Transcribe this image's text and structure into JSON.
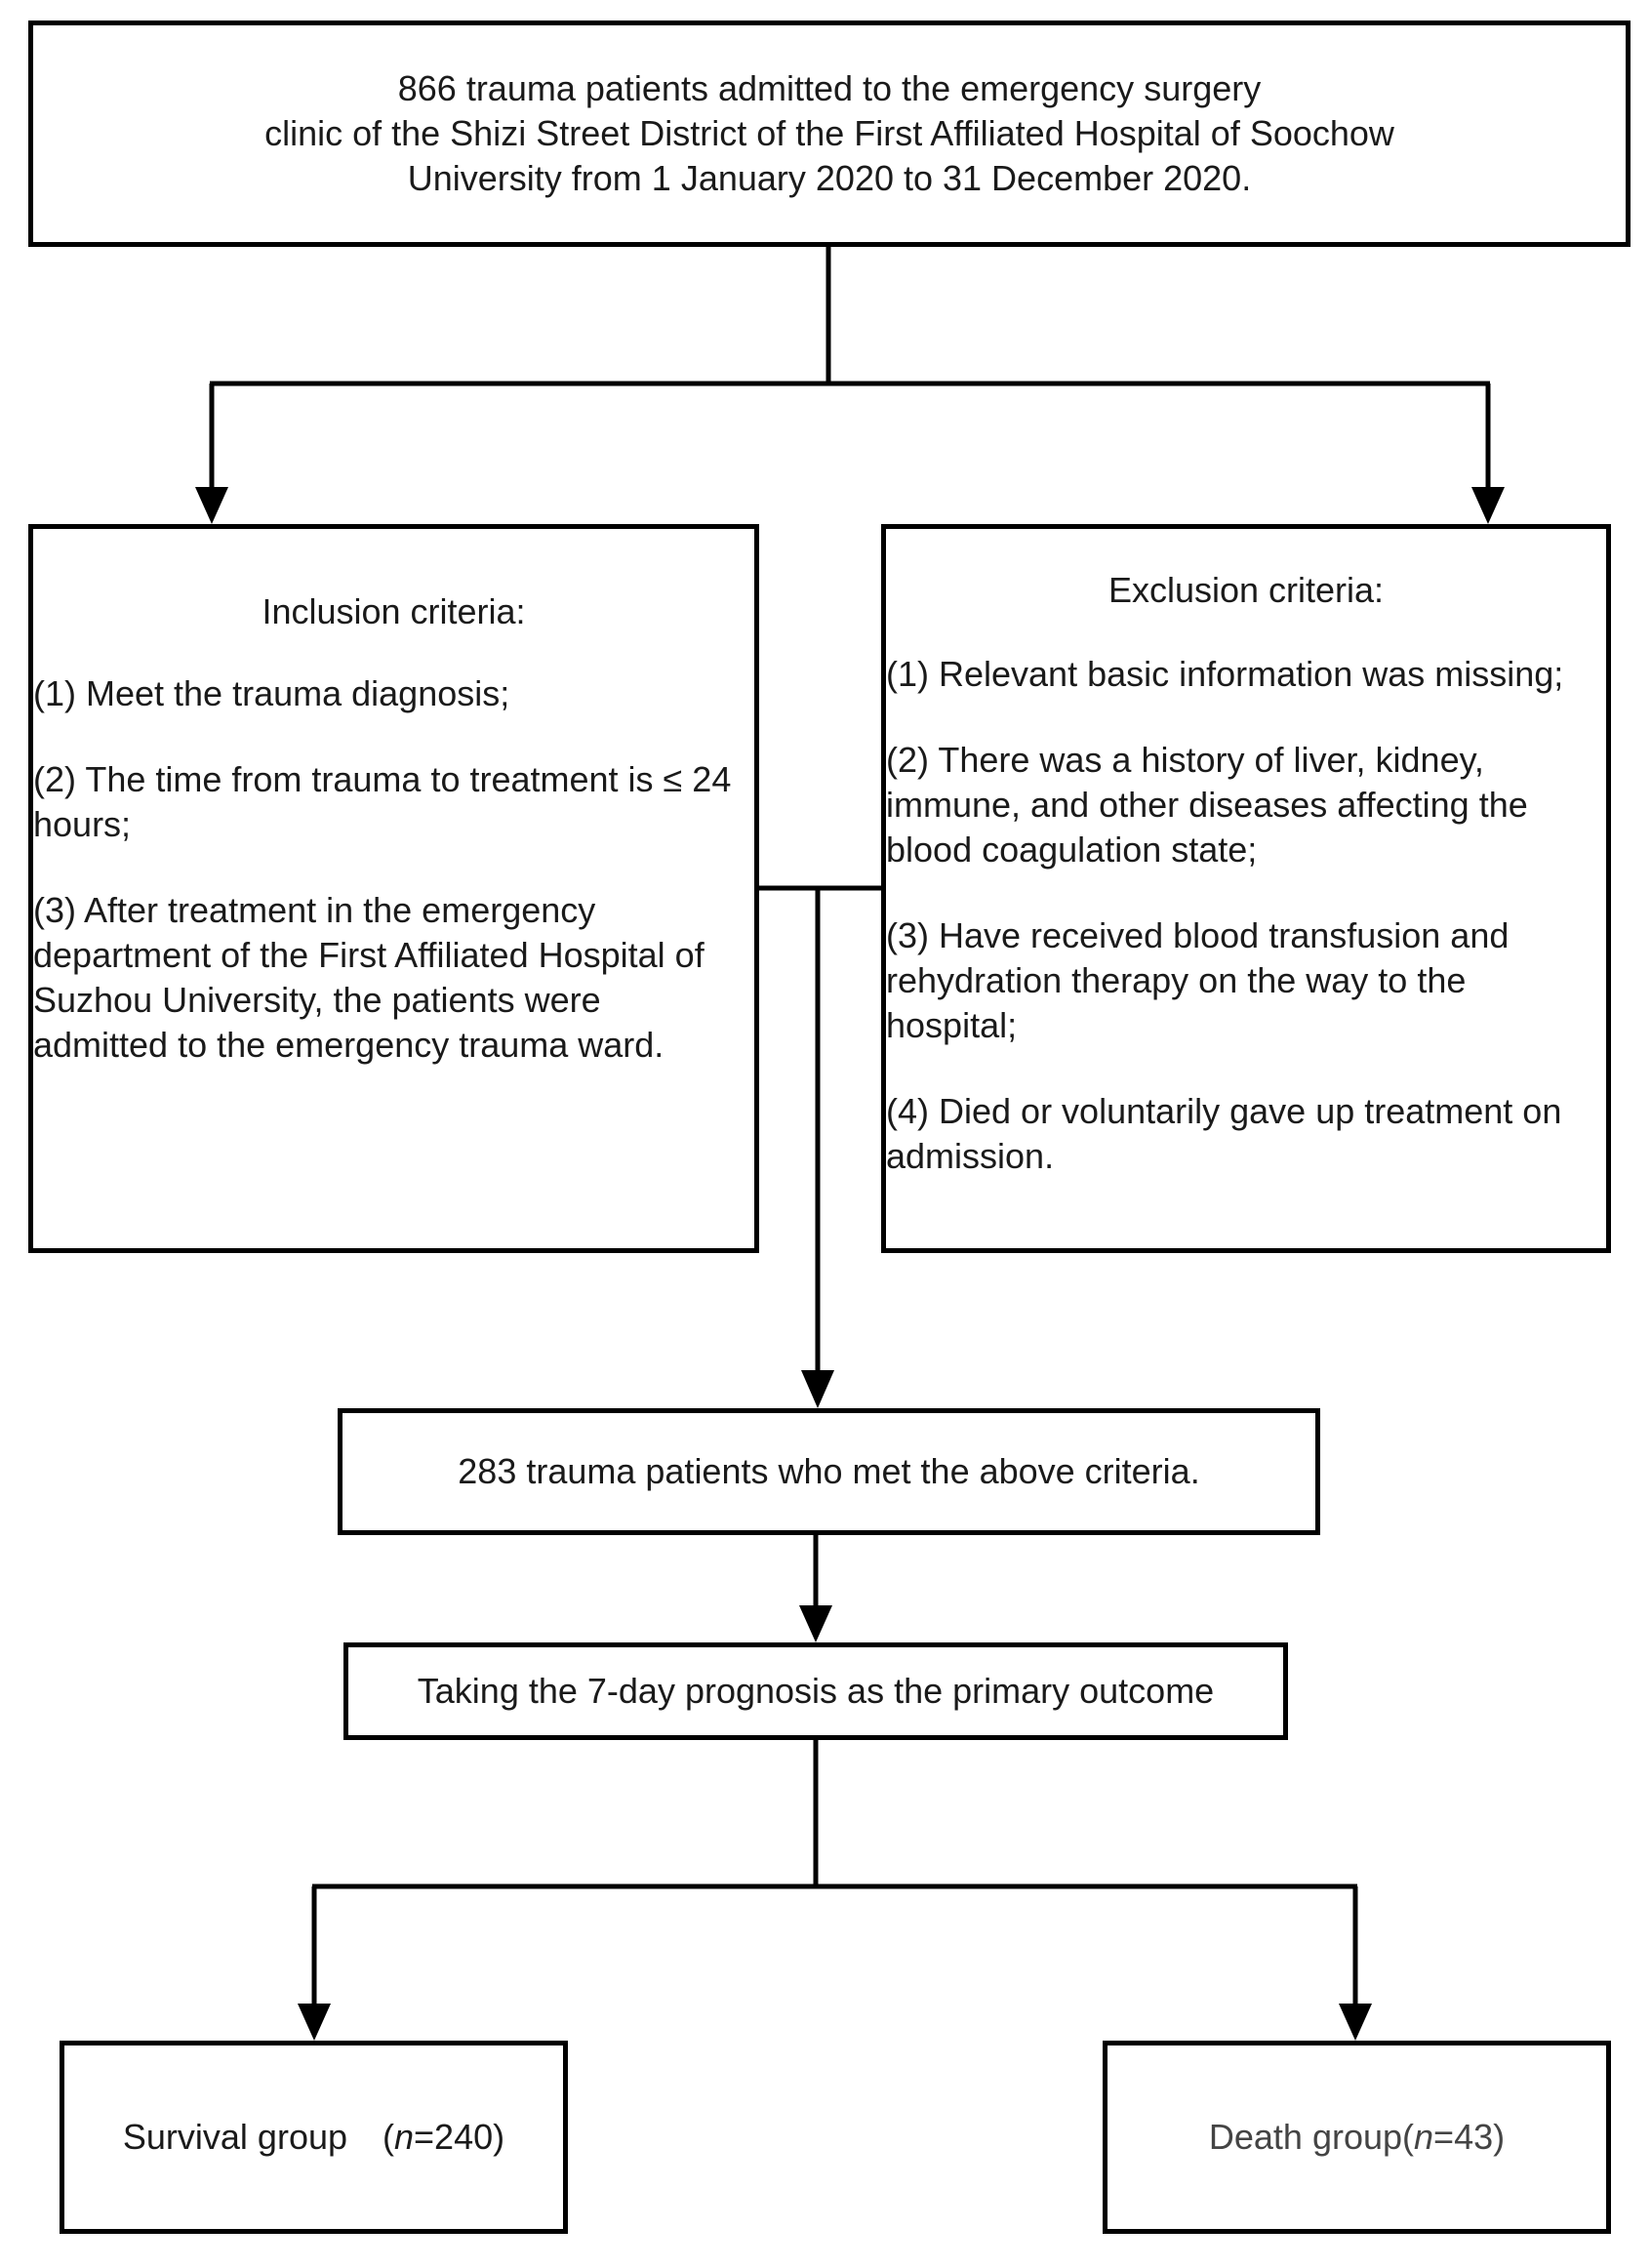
{
  "top_box": {
    "line1": "866 trauma patients admitted to the emergency surgery",
    "line2": "clinic of the Shizi Street District of the First Affiliated Hospital of Soochow",
    "line3": "University from 1 January 2020 to 31 December 2020."
  },
  "inclusion": {
    "title": "Inclusion criteria:",
    "items": [
      "(1) Meet the trauma diagnosis;",
      "(2) The time from trauma to treatment is ≤ 24 hours;",
      "(3) After treatment in the emergency department of the First Affiliated Hospital of Suzhou University, the patients were admitted to the emergency trauma ward."
    ]
  },
  "exclusion": {
    "title": "Exclusion criteria:",
    "items": [
      "(1) Relevant basic information was missing;",
      "(2) There was a history of liver, kidney, immune, and other diseases affecting the blood coagulation state;",
      "(3) Have received blood transfusion and rehydration therapy on the way to the hospital;",
      "(4) Died or voluntarily gave up treatment on admission."
    ]
  },
  "met_criteria": "283 trauma patients who met the above criteria.",
  "outcome": "Taking the 7-day prognosis as the primary outcome",
  "survival": {
    "prefix": "Survival group　(",
    "n_label": "n",
    "suffix": "=240)"
  },
  "death": {
    "prefix": "Death group(",
    "n_label": "n",
    "suffix": "=43)"
  }
}
